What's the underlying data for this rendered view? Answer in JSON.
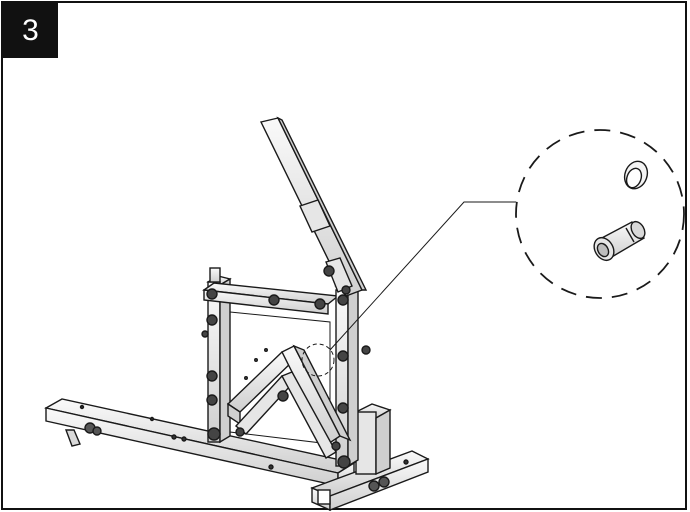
{
  "step": {
    "number": "3",
    "color": "#111111"
  },
  "figure": {
    "icon": "assembly-illustration",
    "detail_callout": "circle-magnified-detail",
    "line_color": "#1a1a1a",
    "fill_light": "#f2f2f2",
    "fill_mid": "#d9d9d9"
  }
}
